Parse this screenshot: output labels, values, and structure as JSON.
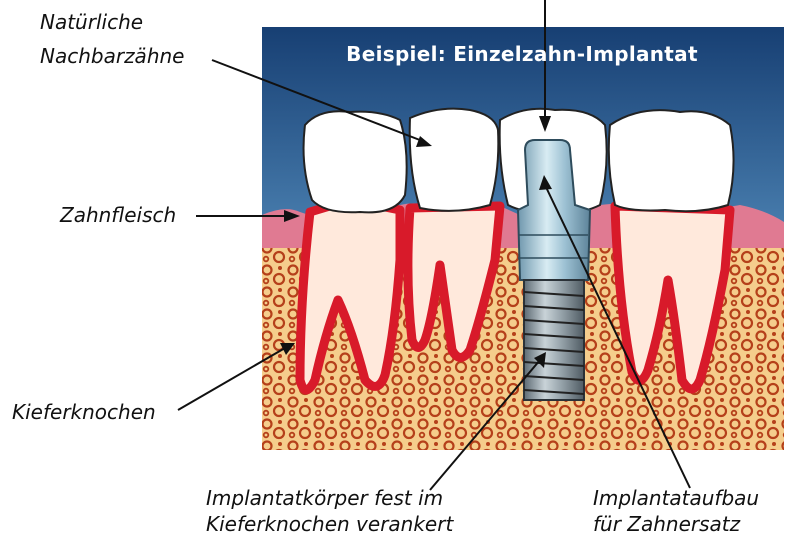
{
  "diagram": {
    "title": "Beispiel: Einzelzahn-Implantat",
    "labels": {
      "natural_teeth_line1": "Natürliche",
      "natural_teeth_line2": "Nachbarzähne",
      "gum": "Zahnfleisch",
      "jaw_bone": "Kieferknochen",
      "implant_body_line1": "Implantatkörper fest im",
      "implant_body_line2": "Kieferknochen verankert",
      "abutment_line1": "Implantataufbau",
      "abutment_line2": "für Zahnersatz"
    },
    "colors": {
      "sky_top": "#1a4f86",
      "sky_bottom": "#8fb8d8",
      "bone": "#f3c98a",
      "bone_spots": "#b23a12",
      "gum": "#e0718a",
      "root_outline": "#d81a2a",
      "tooth": "#ffffff",
      "implant_metal": "#7a8a95"
    }
  }
}
